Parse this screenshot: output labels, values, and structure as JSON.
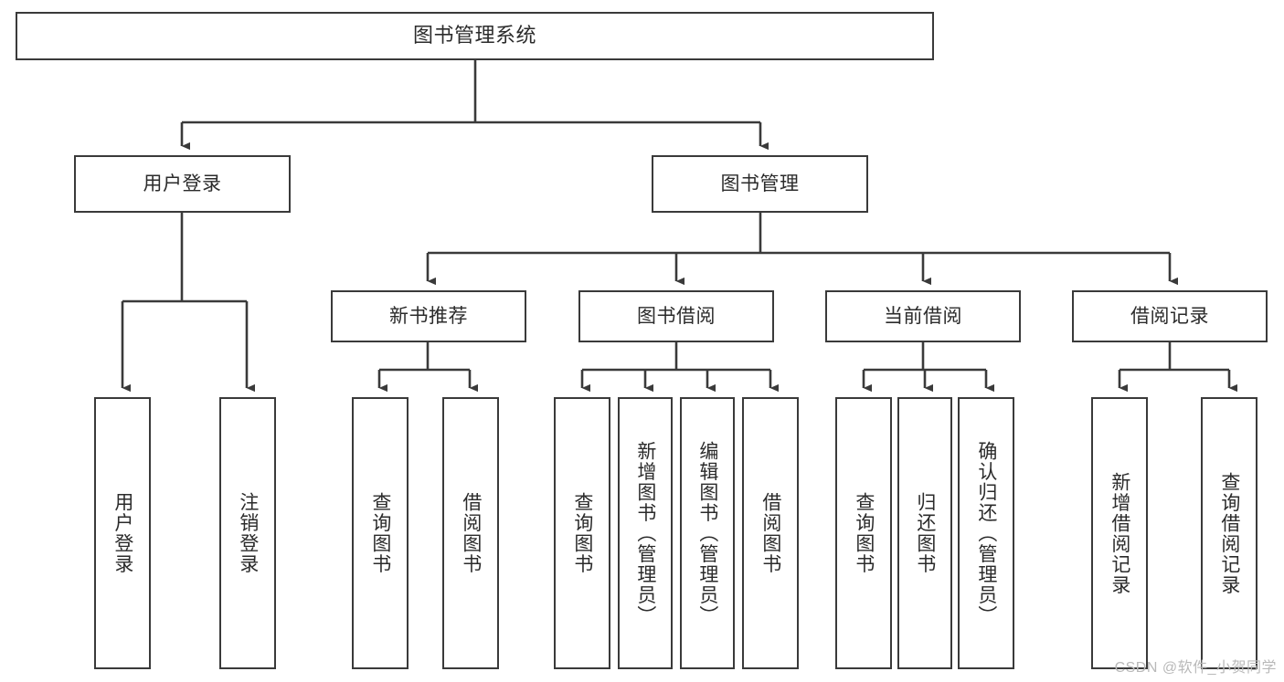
{
  "diagram": {
    "title": "图书管理系统",
    "type": "hierarchy-tree",
    "watermark": "CSDN @软件_小贺同学",
    "colors": {
      "stroke": "#3a3a3a",
      "fill": "#ffffff",
      "text": "#2b2b2b",
      "watermark": "#b9b9b9"
    },
    "root": {
      "label": "图书管理系统"
    },
    "level2": [
      {
        "label": "用户登录"
      },
      {
        "label": "图书管理"
      }
    ],
    "level3": [
      {
        "label": "新书推荐"
      },
      {
        "label": "图书借阅"
      },
      {
        "label": "当前借阅"
      },
      {
        "label": "借阅记录"
      }
    ],
    "leaves": {
      "user_login": [
        {
          "label": "用户登录"
        },
        {
          "label": "注销登录"
        }
      ],
      "new_book_recommend": [
        {
          "label": "查询图书"
        },
        {
          "label": "借阅图书"
        }
      ],
      "book_borrow": [
        {
          "label": "查询图书"
        },
        {
          "label": "新增图书（管理员）"
        },
        {
          "label": "编辑图书（管理员）"
        },
        {
          "label": "借阅图书"
        }
      ],
      "current_borrow": [
        {
          "label": "查询图书"
        },
        {
          "label": "归还图书"
        },
        {
          "label": "确认归还（管理员）"
        }
      ],
      "borrow_record": [
        {
          "label": "新增借阅记录"
        },
        {
          "label": "查询借阅记录"
        }
      ]
    }
  }
}
